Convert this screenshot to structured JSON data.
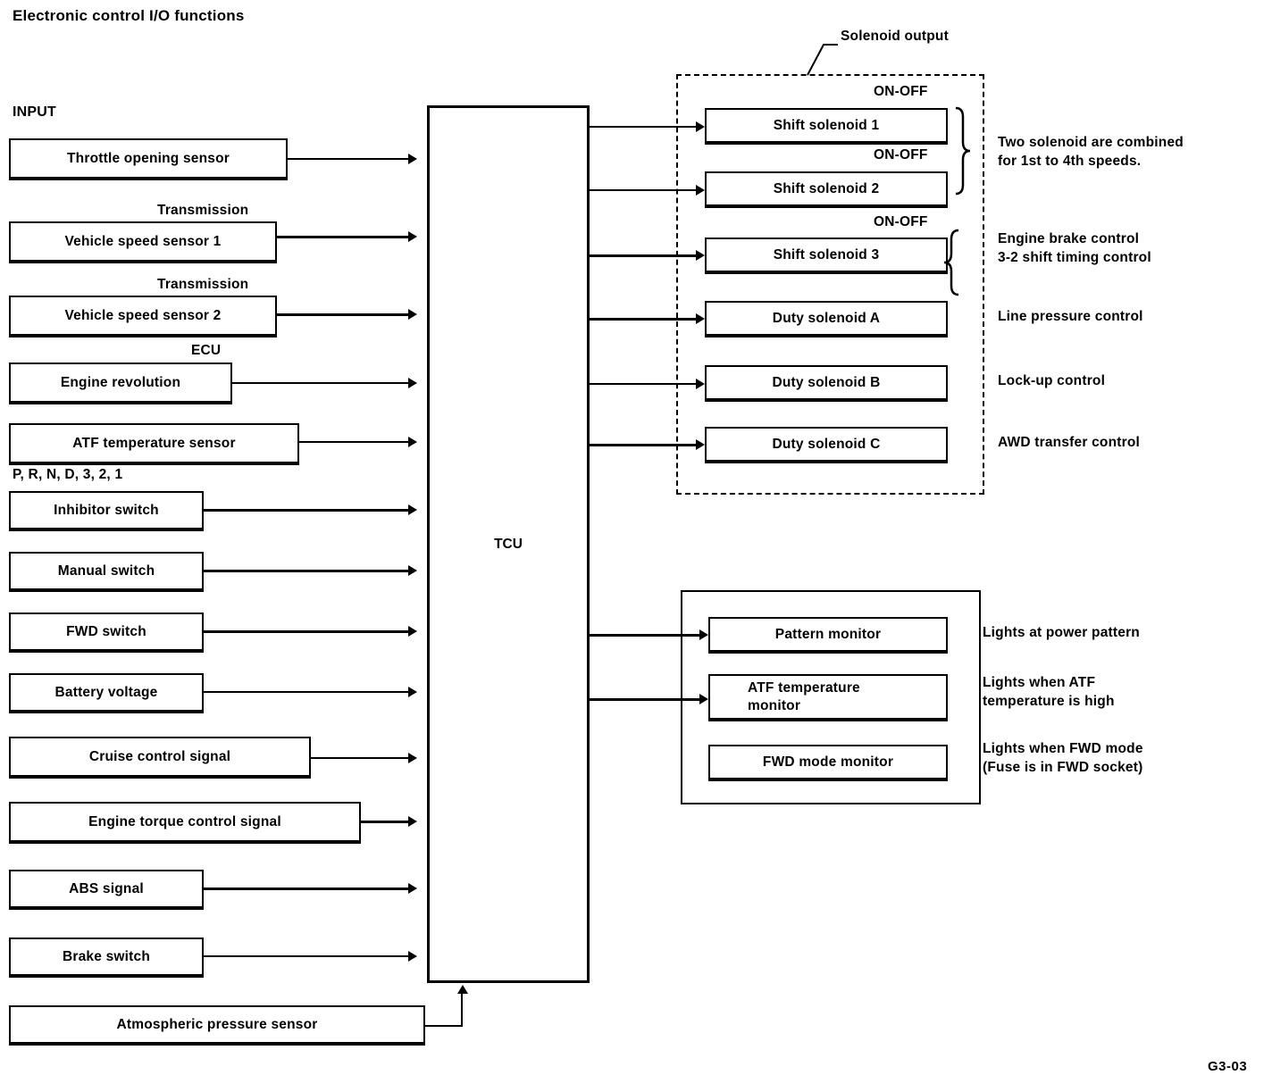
{
  "title": "Electronic control I/O functions",
  "input_section": {
    "heading": "INPUT",
    "items": [
      {
        "label": "Throttle opening sensor",
        "note": ""
      },
      {
        "label": "Vehicle speed sensor 1",
        "note": "Transmission"
      },
      {
        "label": "Vehicle speed sensor 2",
        "note": "Transmission"
      },
      {
        "label": "Engine revolution",
        "note": "ECU"
      },
      {
        "label": "ATF temperature sensor",
        "note": ""
      },
      {
        "label": "Inhibitor switch",
        "note": "P, R, N, D, 3, 2, 1"
      },
      {
        "label": "Manual switch",
        "note": ""
      },
      {
        "label": "FWD switch",
        "note": ""
      },
      {
        "label": "Battery voltage",
        "note": ""
      },
      {
        "label": "Cruise control signal",
        "note": ""
      },
      {
        "label": "Engine torque control signal",
        "note": ""
      },
      {
        "label": "ABS signal",
        "note": ""
      },
      {
        "label": "Brake switch",
        "note": ""
      },
      {
        "label": "Atmospheric pressure sensor",
        "note": ""
      }
    ]
  },
  "controller": {
    "label": "TCU"
  },
  "solenoid_section": {
    "group_label": "Solenoid output",
    "items": [
      {
        "label": "Shift solenoid 1",
        "mode": "ON-OFF",
        "remark": ""
      },
      {
        "label": "Shift solenoid 2",
        "mode": "ON-OFF",
        "remark": ""
      },
      {
        "label": "Shift solenoid 3",
        "mode": "ON-OFF",
        "remark": ""
      },
      {
        "label": "Duty solenoid A",
        "mode": "",
        "remark": "Line pressure control"
      },
      {
        "label": "Duty solenoid B",
        "mode": "",
        "remark": "Lock-up control"
      },
      {
        "label": "Duty solenoid C",
        "mode": "",
        "remark": "AWD transfer control"
      }
    ],
    "brace_remarks": [
      "Two solenoid are combined\nfor 1st to 4th speeds.",
      "Engine brake control\n3-2 shift timing control"
    ]
  },
  "monitor_section": {
    "items": [
      {
        "label": "Pattern monitor",
        "remark": "Lights at power pattern"
      },
      {
        "label": "ATF temperature\nmonitor",
        "remark": "Lights when ATF\ntemperature is high"
      },
      {
        "label": "FWD mode monitor",
        "remark": "Lights when FWD mode\n(Fuse is in FWD socket)"
      }
    ]
  },
  "footer": {
    "figure_id": "G3-03"
  },
  "colors": {
    "ink": "#000000",
    "paper": "#ffffff"
  }
}
